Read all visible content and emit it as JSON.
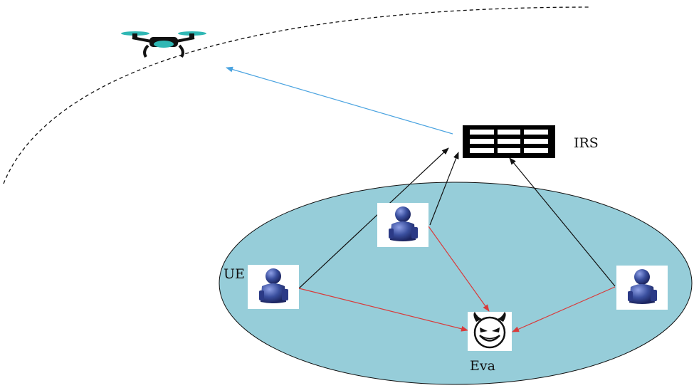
{
  "labels": {
    "irs": "IRS",
    "ue": "UE",
    "eva": "Eva"
  },
  "icons": {
    "uav": "drone-icon",
    "irs": "reflecting-surface-icon",
    "user": "user-icon",
    "eavesdropper": "devil-face-icon"
  },
  "colors": {
    "coverage_fill": "#96cdd9",
    "legitimate_link": "#111111",
    "eavesdrop_link": "#d93a3a",
    "uav_link": "#4aa3e0",
    "trajectory": "#111111",
    "drone_accent": "#2fb7b4",
    "user_body": "#3a4f9e"
  }
}
